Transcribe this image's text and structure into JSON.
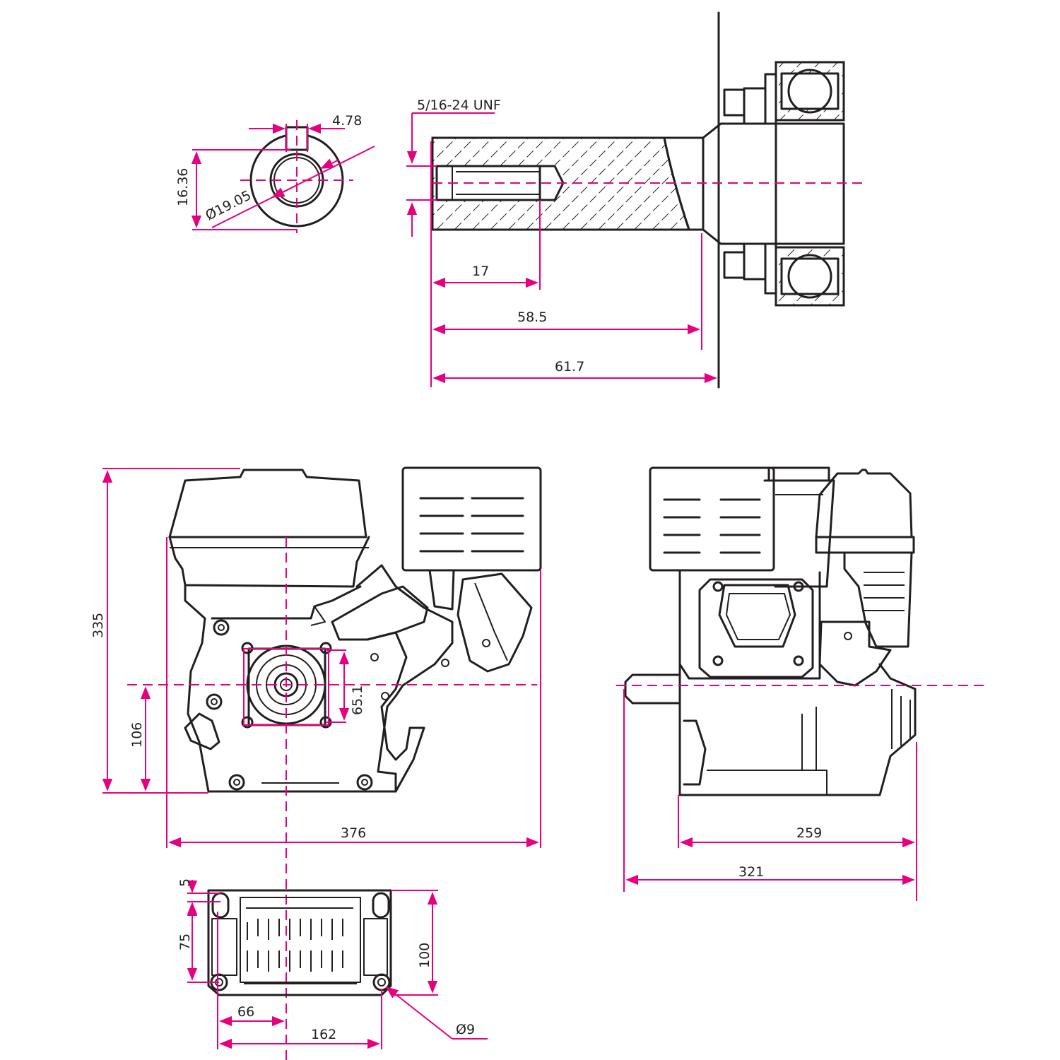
{
  "colors": {
    "line": "#231f20",
    "dimension": "#e6007e",
    "background": "#ffffff"
  },
  "labels": {
    "key_width": "4.78",
    "key_height": "16.36",
    "shaft_diameter": "Ø19.05",
    "thread": "5/16-24 UNF",
    "thread_depth": "17",
    "shaft_length_inner": "58.5",
    "shaft_length_outer": "61.7",
    "overall_height": "335",
    "shaft_height": "106",
    "bolt_circle": "65.1",
    "front_width": "376",
    "side_width": "259",
    "side_length": "321",
    "mount_edge": "5",
    "mount_holes_y": "75",
    "mount_depth": "100",
    "mount_offset": "66",
    "mount_holes_x": "162",
    "mount_hole_dia": "Ø9"
  }
}
